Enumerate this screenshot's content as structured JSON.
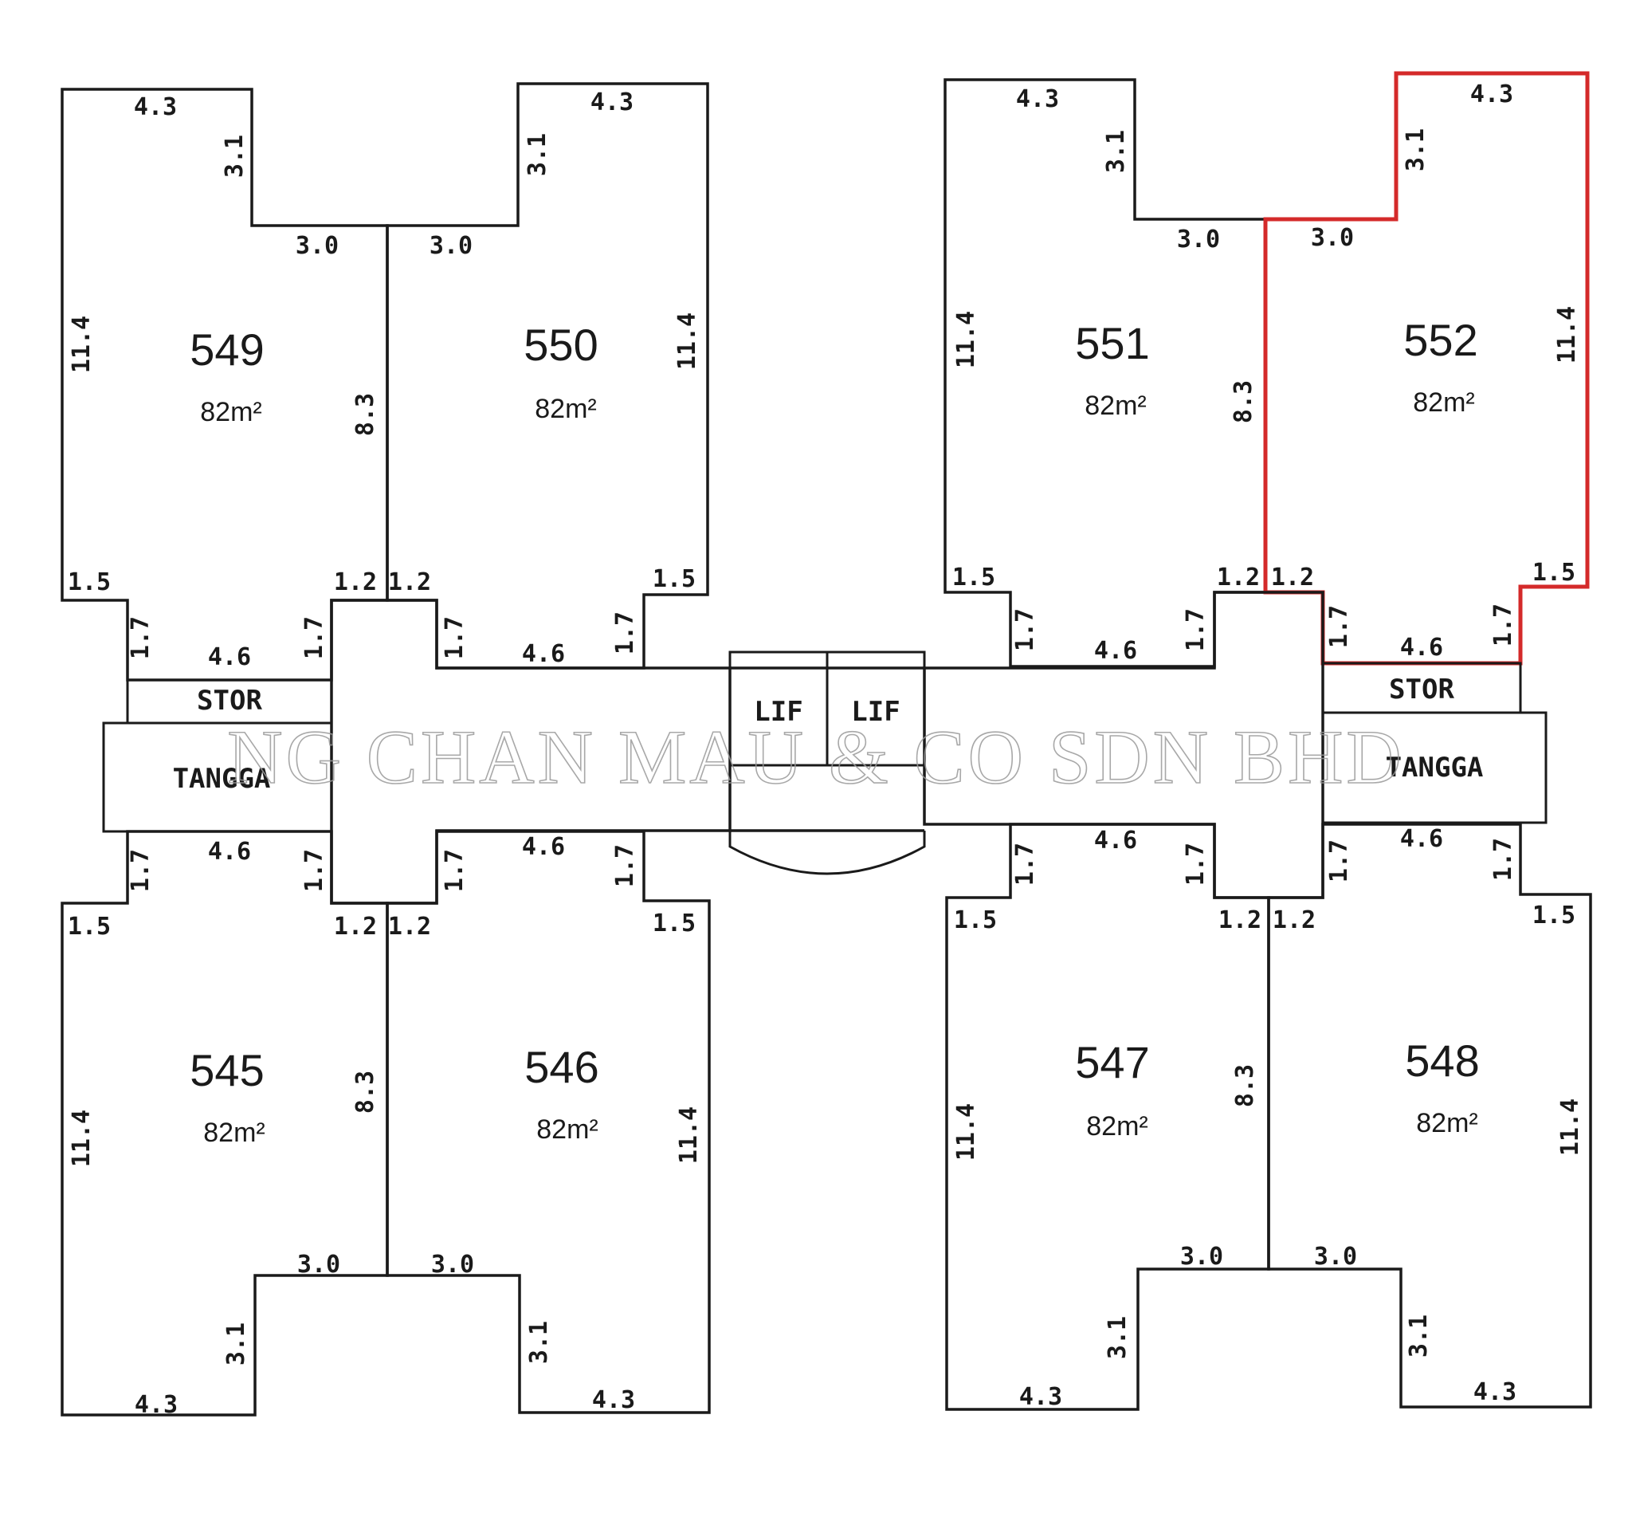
{
  "watermark": "NG CHAN MAU & CO SDN BHD",
  "highlight_color": "#d42a2a",
  "common": {
    "stor_left": "STOR",
    "stor_right": "STOR",
    "tangga_left": "TANGGA",
    "tangga_right": "TANGGA",
    "lift_1": "LIF",
    "lift_2": "LIF"
  },
  "units": [
    {
      "number": "549",
      "area": "82m²",
      "highlighted": false
    },
    {
      "number": "550",
      "area": "82m²",
      "highlighted": false
    },
    {
      "number": "551",
      "area": "82m²",
      "highlighted": false
    },
    {
      "number": "552",
      "area": "82m²",
      "highlighted": true
    },
    {
      "number": "545",
      "area": "82m²",
      "highlighted": false
    },
    {
      "number": "546",
      "area": "82m²",
      "highlighted": false
    },
    {
      "number": "547",
      "area": "82m²",
      "highlighted": false
    },
    {
      "number": "548",
      "area": "82m²",
      "highlighted": false
    }
  ],
  "dimensions": {
    "d43": "4.3",
    "d31": "3.1",
    "d30": "3.0",
    "d114": "11.4",
    "d83": "8.3",
    "d15": "1.5",
    "d12": "1.2",
    "d17": "1.7",
    "d46": "4.6"
  }
}
